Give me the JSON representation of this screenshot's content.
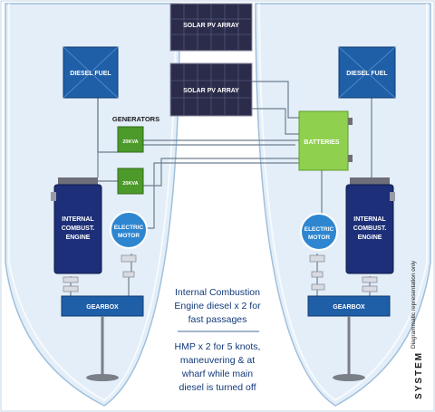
{
  "labels": {
    "diesel_fuel_left": "DIESEL FUEL",
    "diesel_fuel_right": "DIESEL FUEL",
    "solar_top": "SOLAR PV ARRAY",
    "solar_bottom": "SOLAR PV ARRAY",
    "generators": "GENERATORS",
    "gen1": "20KVA",
    "gen2": "20KVA",
    "batteries": "BATTERIES",
    "ice_left": [
      "INTERNAL",
      "COMBUST.",
      "ENGINE"
    ],
    "ice_right": [
      "INTERNAL",
      "COMBUST.",
      "ENGINE"
    ],
    "motor_left": [
      "ELECTRIC",
      "MOTOR"
    ],
    "motor_right": [
      "ELECTRIC",
      "MOTOR"
    ],
    "gearbox_left": "GEARBOX",
    "gearbox_right": "GEARBOX"
  },
  "notes": {
    "ice": [
      "Internal Combustion",
      "Engine diesel x 2 for",
      "fast passages"
    ],
    "hmp": [
      "HMP x 2 for 5 knots,",
      "maneuvering & at",
      "wharf while main",
      "diesel is turned off"
    ]
  },
  "side": {
    "system": "SYSTEM",
    "caption": "Diagrammatic representation only"
  },
  "colors": {
    "hull_fill": "#e3eef8",
    "hull_edge": "#9fbfdc",
    "blue_box": "#1f5fa8",
    "battery_green": "#8fd14f",
    "gen_green": "#4c9a2a",
    "engine_navy": "#1d2f78",
    "motor_blue": "#2e86d0",
    "solar": "#2b2b4a",
    "text_navy": "#123a7a"
  }
}
